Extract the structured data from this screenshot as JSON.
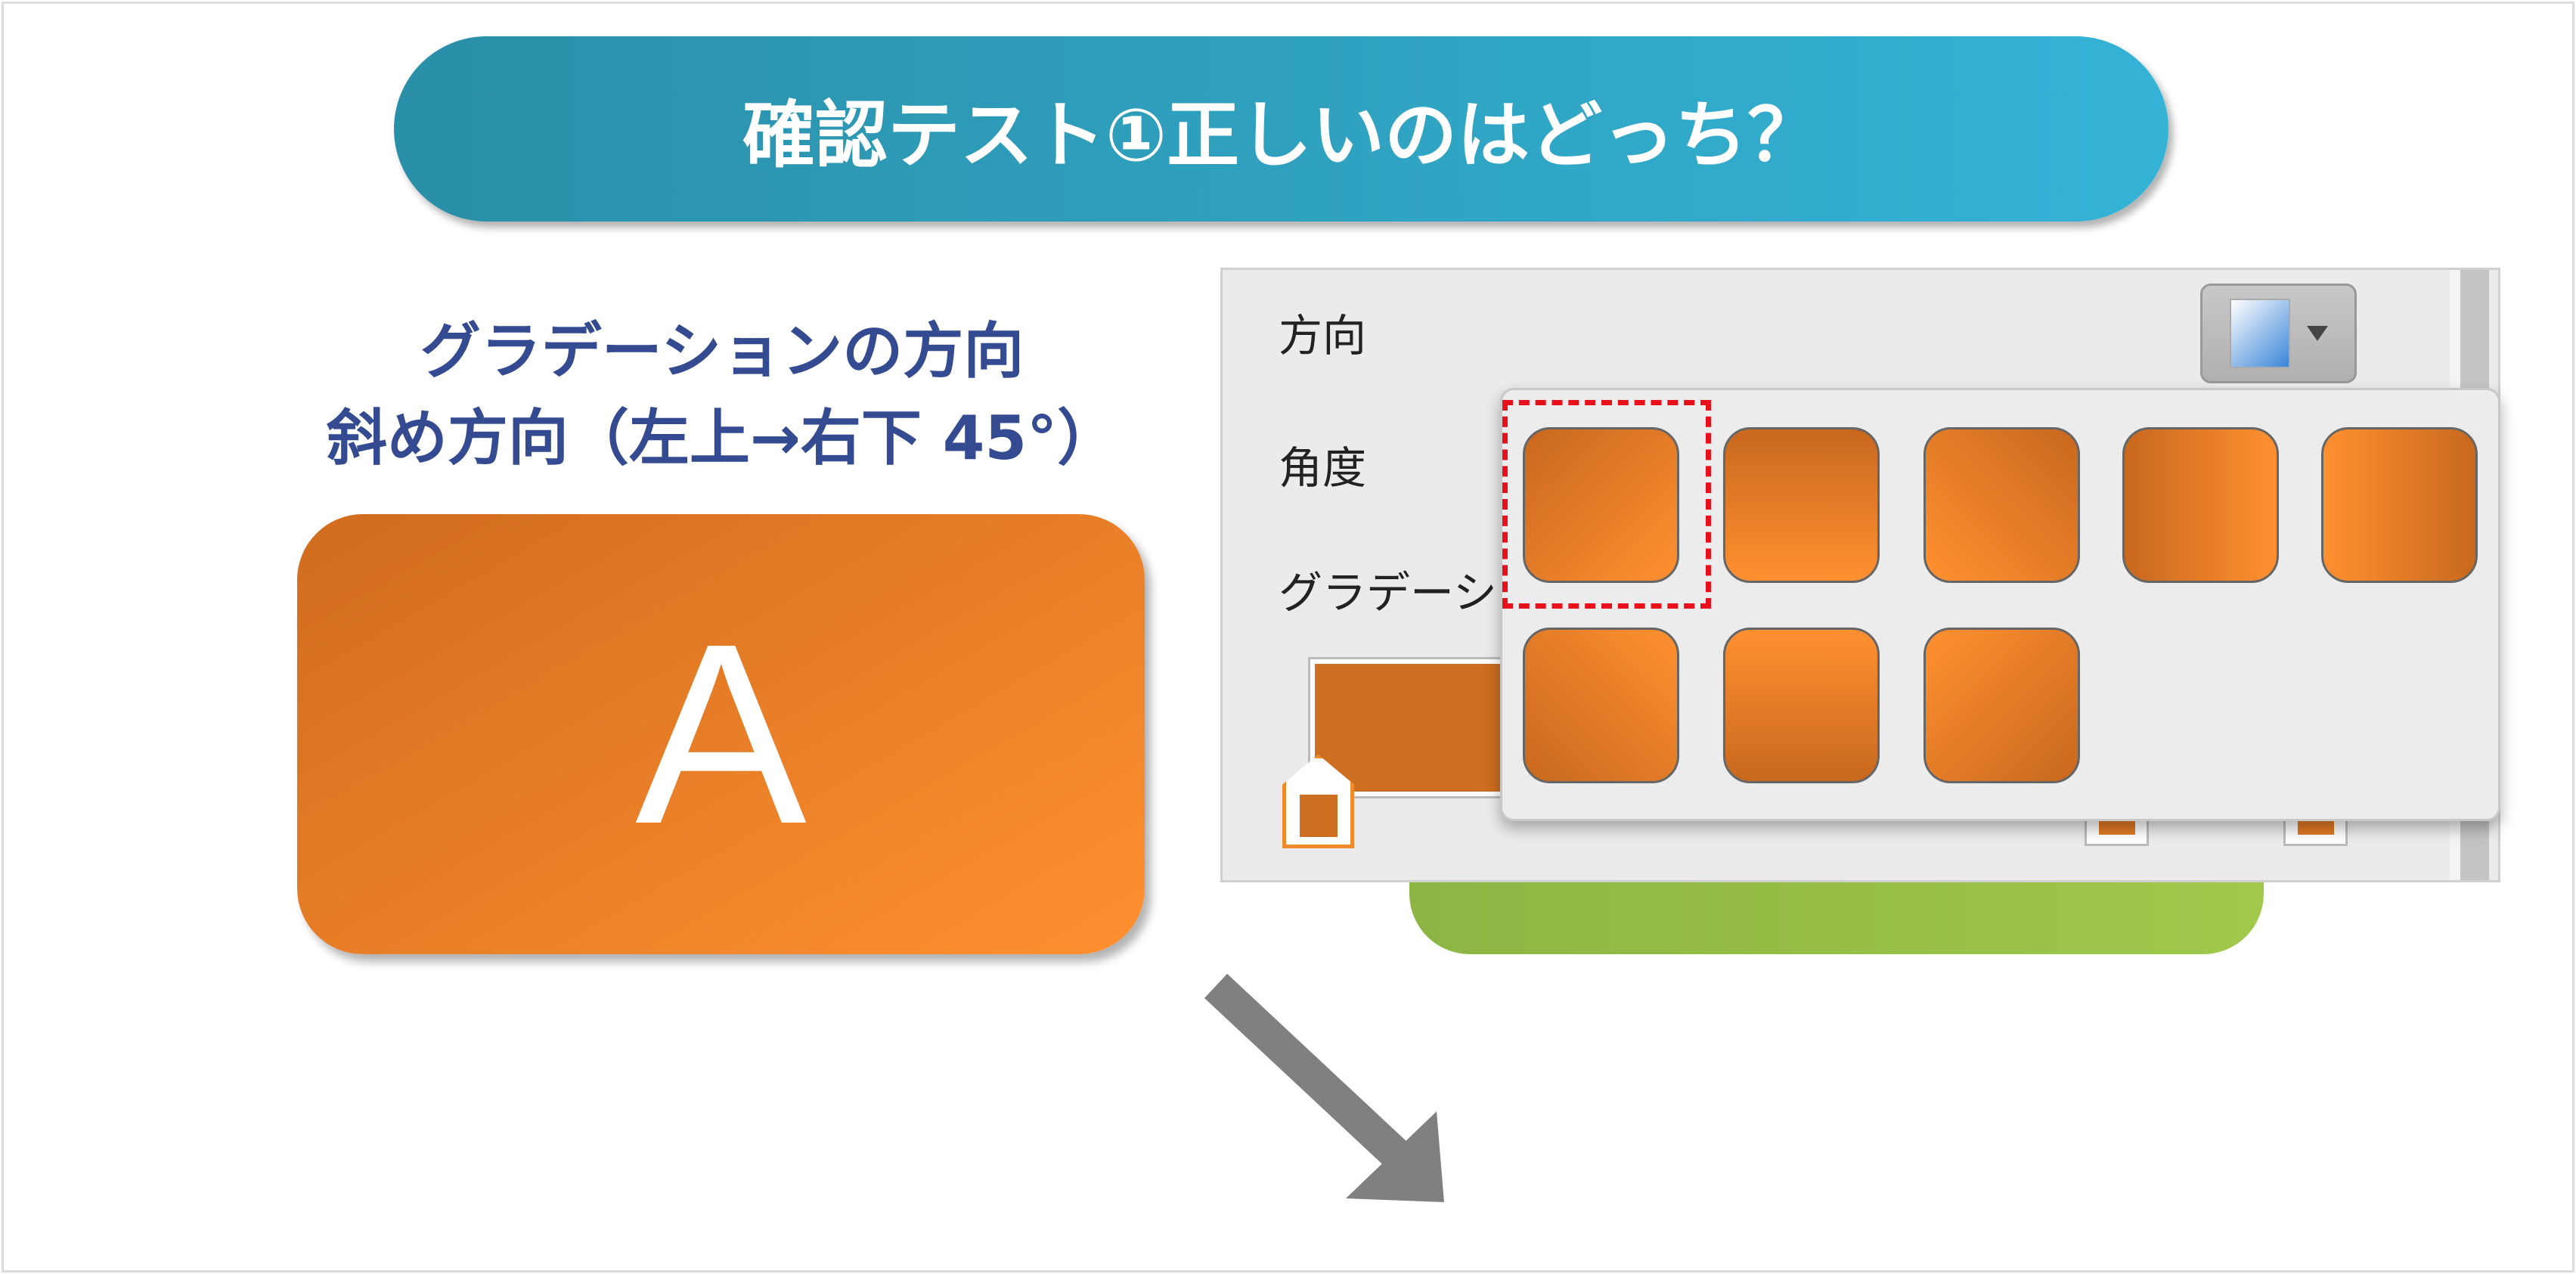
{
  "title": "確認テスト①正しいのはどっち？",
  "subtitle": {
    "line1": "グラデーションの方向",
    "line2": "斜め方向（左上→右下 45°）"
  },
  "sample": {
    "label": "A"
  },
  "panel": {
    "direction_label": "方向",
    "angle_label": "角度",
    "gradient_label": "グラデーシ",
    "selected_direction": "linear-diagonal-top-left-to-bottom-right",
    "swatches": [
      {
        "name": "linear-diagonal-top-left-to-bottom-right",
        "angle": 135,
        "selected": true
      },
      {
        "name": "linear-down",
        "angle": 180
      },
      {
        "name": "linear-diagonal-top-right-to-bottom-left",
        "angle": 225
      },
      {
        "name": "linear-right",
        "angle": 90
      },
      {
        "name": "linear-left",
        "angle": 270
      },
      {
        "name": "linear-diagonal-bottom-left-to-top-right",
        "angle": 45
      },
      {
        "name": "linear-up",
        "angle": 0
      },
      {
        "name": "linear-diagonal-bottom-right-to-top-left",
        "angle": 315
      }
    ]
  },
  "colors": {
    "accent": "#34b3d6",
    "text": "#344a91",
    "orange_dark": "#c8681e",
    "orange_light": "#ff9030",
    "highlight": "#e8101a",
    "arrow": "#808080"
  }
}
